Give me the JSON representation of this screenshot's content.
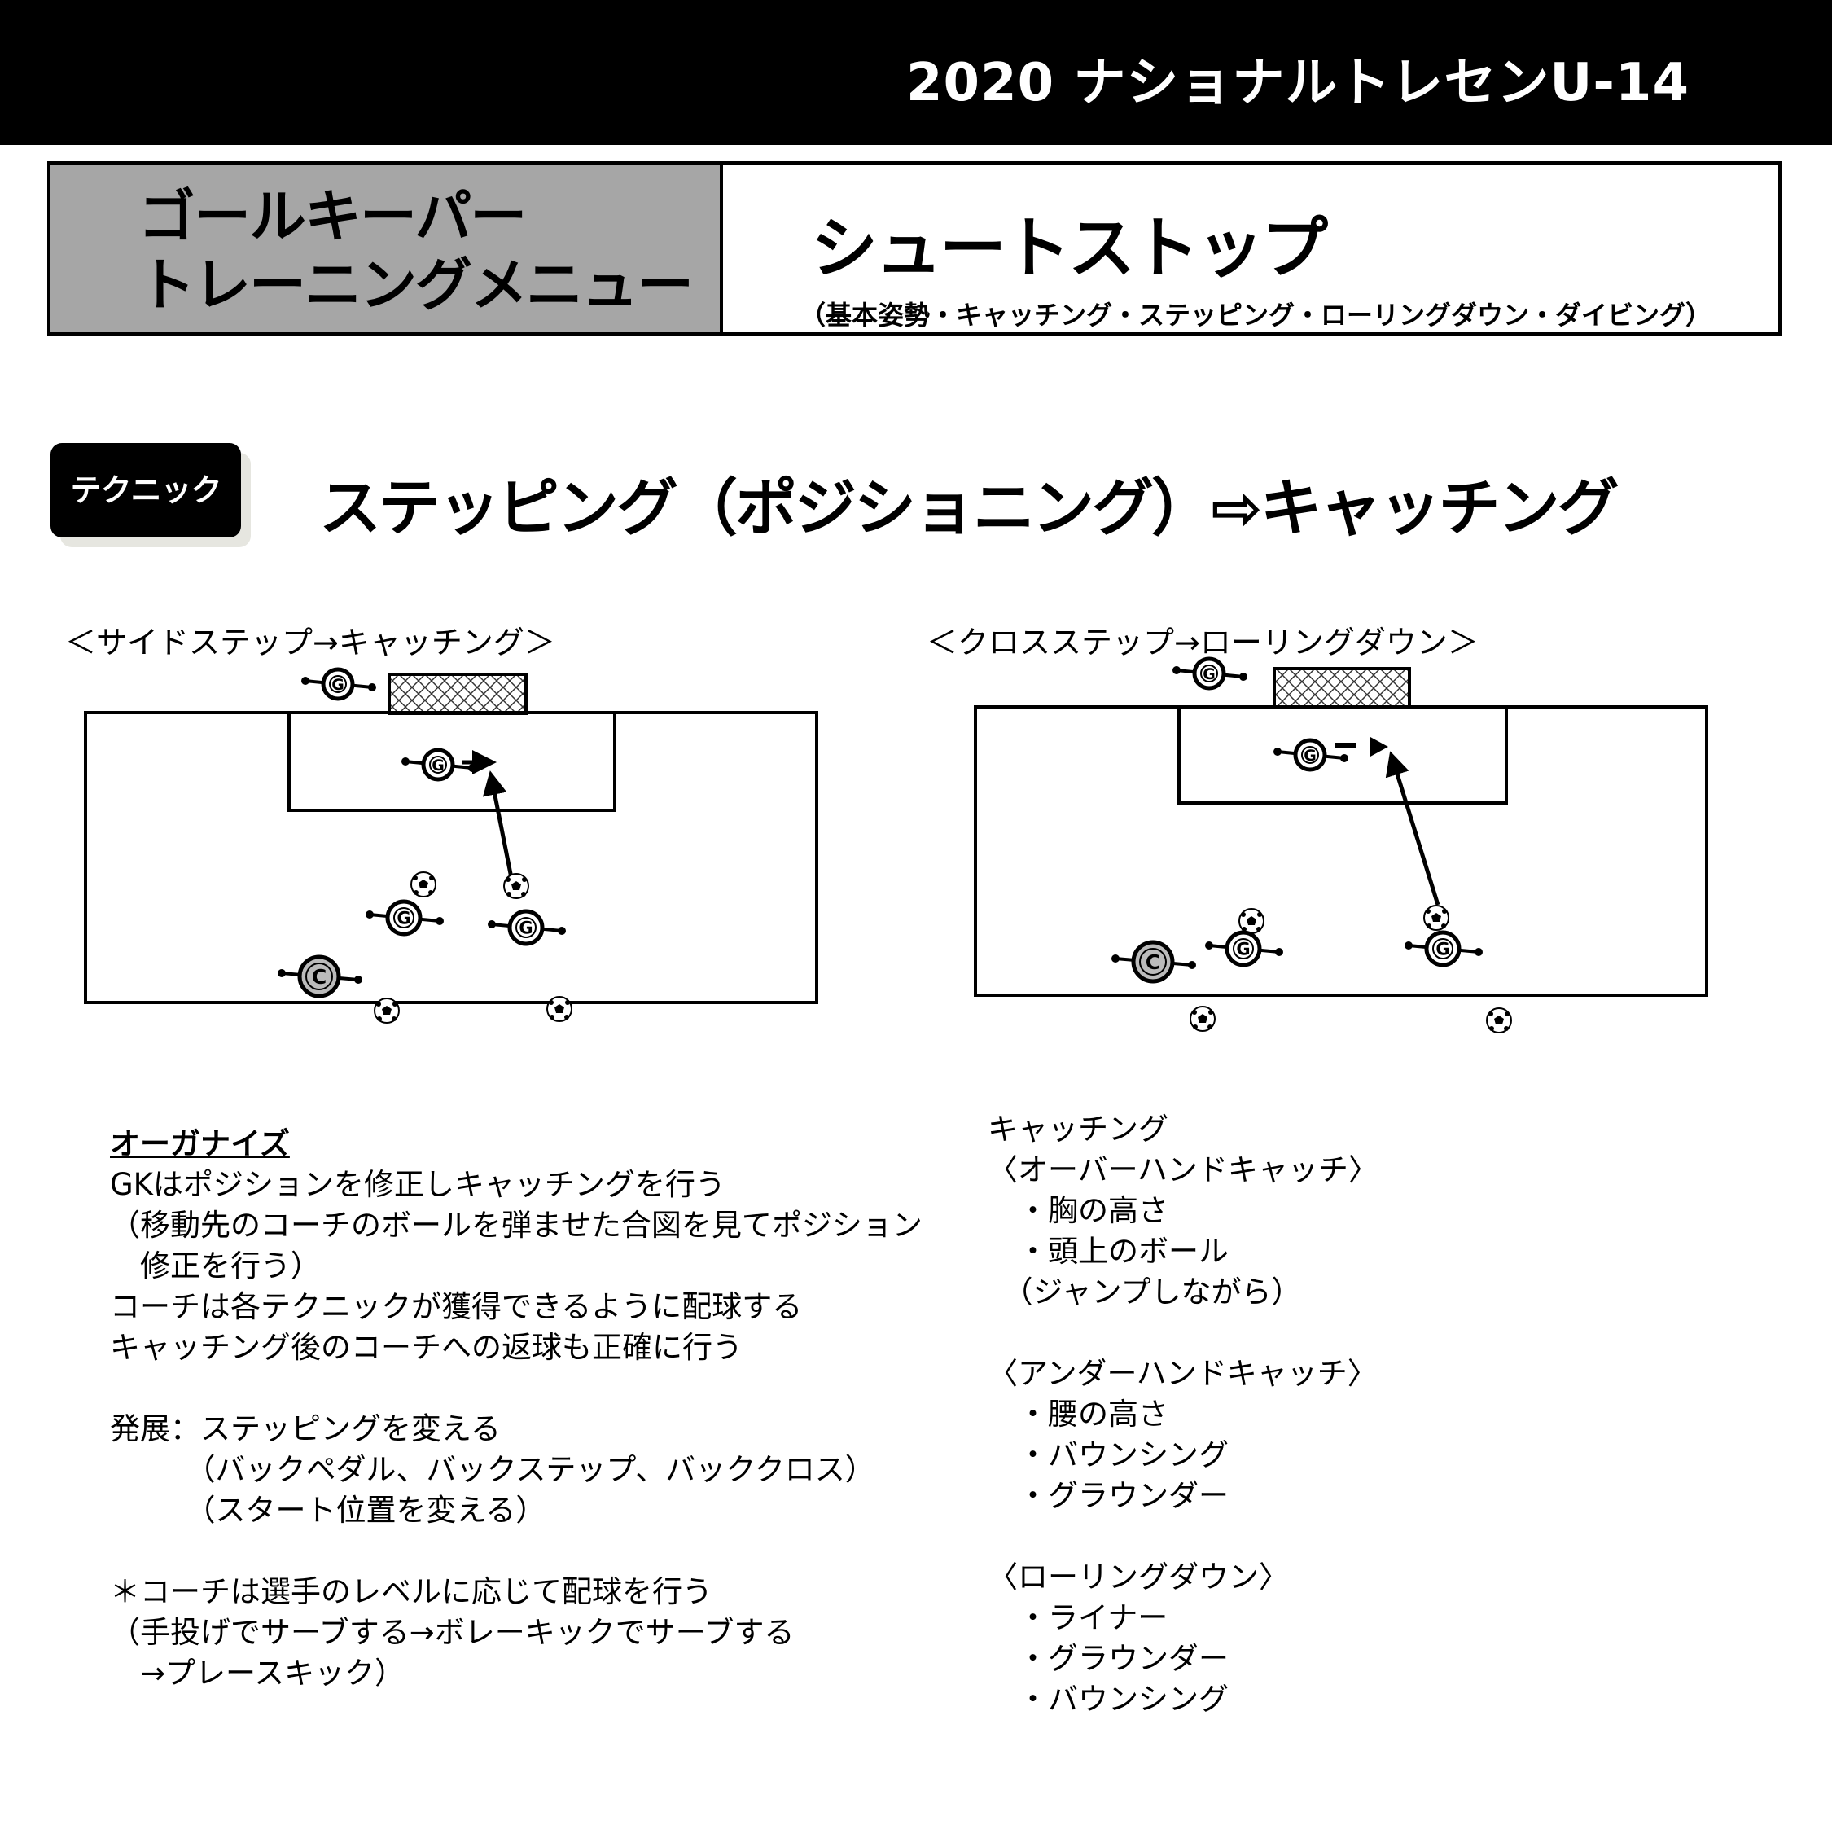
{
  "header": {
    "banner_title": "2020 ナショナルトレセンU-14",
    "left_line1": "ゴールキーパー",
    "left_line2": "トレーニングメニュー",
    "main_title": "シュートストップ",
    "subtitle": "（基本姿勢・キャッチング・ステッピング・ローリングダウン・ダイビング）"
  },
  "badge": "テクニック",
  "section_title": "ステッピング（ポジショニング）⇨キャッチング",
  "diagram_left": {
    "label": "＜サイドステップ→キャッチング＞",
    "markers": {
      "goalkeeper": "G",
      "coach": "C"
    }
  },
  "diagram_right": {
    "label": "＜クロスステップ→ローリングダウン＞",
    "markers": {
      "goalkeeper": "G",
      "coach": "C"
    }
  },
  "organize": {
    "heading": "オーガナイズ",
    "lines": [
      "GKはポジションを修正しキャッチングを行う",
      "（移動先のコーチのボールを弾ませた合図を見てポジション",
      "　修正を行う）",
      "コーチは各テクニックが獲得できるように配球する",
      "キャッチング後のコーチへの返球も正確に行う",
      "",
      "発展：ステッピングを変える",
      "　　　（バックペダル、バックステップ、バッククロス）",
      "　　　（スタート位置を変える）",
      "",
      "＊コーチは選手のレベルに応じて配球を行う",
      "（手投げでサーブする→ボレーキックでサーブする",
      "　→プレースキック）"
    ]
  },
  "points": {
    "lines": [
      "キャッチング",
      "〈オーバーハンドキャッチ〉",
      "　・胸の高さ",
      "　・頭上のボール",
      "　（ジャンプしながら）",
      "",
      "〈アンダーハンドキャッチ〉",
      "　・腰の高さ",
      "　・バウンシング",
      "　・グラウンダー",
      "",
      "〈ローリングダウン〉",
      "　・ライナー",
      "　・グラウンダー",
      "　・バウンシング"
    ]
  }
}
